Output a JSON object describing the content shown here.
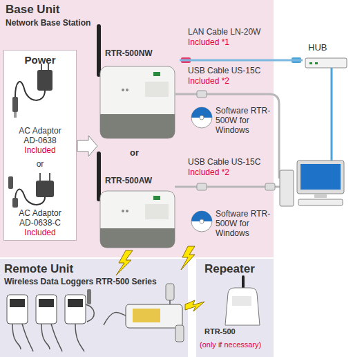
{
  "diagram": {
    "nodes": [
      {
        "text": [
          "Base Unit",
          "Network Base Station"
        ]
      },
      {
        "text": [
          "Power",
          "AC Adaptor AD-0638",
          "Included",
          "or",
          "AC Adaptor AD-0638-C",
          "Included"
        ],
        "in": 0
      },
      {
        "text": [
          "RTR-500NW"
        ],
        "in": 0
      },
      {
        "text": [
          "RTR-500AW"
        ],
        "in": 0
      },
      {
        "text": [
          "HUB"
        ]
      },
      {
        "text": [
          "Remote Unit",
          "Wireless Data Loggers RTR-500 Series"
        ]
      },
      {
        "text": [
          "Repeater"
        ]
      },
      {
        "text": [
          "RTR-500",
          "(only if necessary)"
        ],
        "in": 6
      }
    ],
    "edges": [
      {
        "from": 2,
        "to": 4,
        "arrow": "none"
      }
    ],
    "labels": [
      "LAN Cable LN-20W",
      "Included *1",
      "USB Cable US-15C",
      "Included *2",
      "Software RTR-500W for Windows",
      "USB Cable US-15C",
      "Included *2",
      "Software RTR-500W for Windows",
      "or"
    ]
  }
}
